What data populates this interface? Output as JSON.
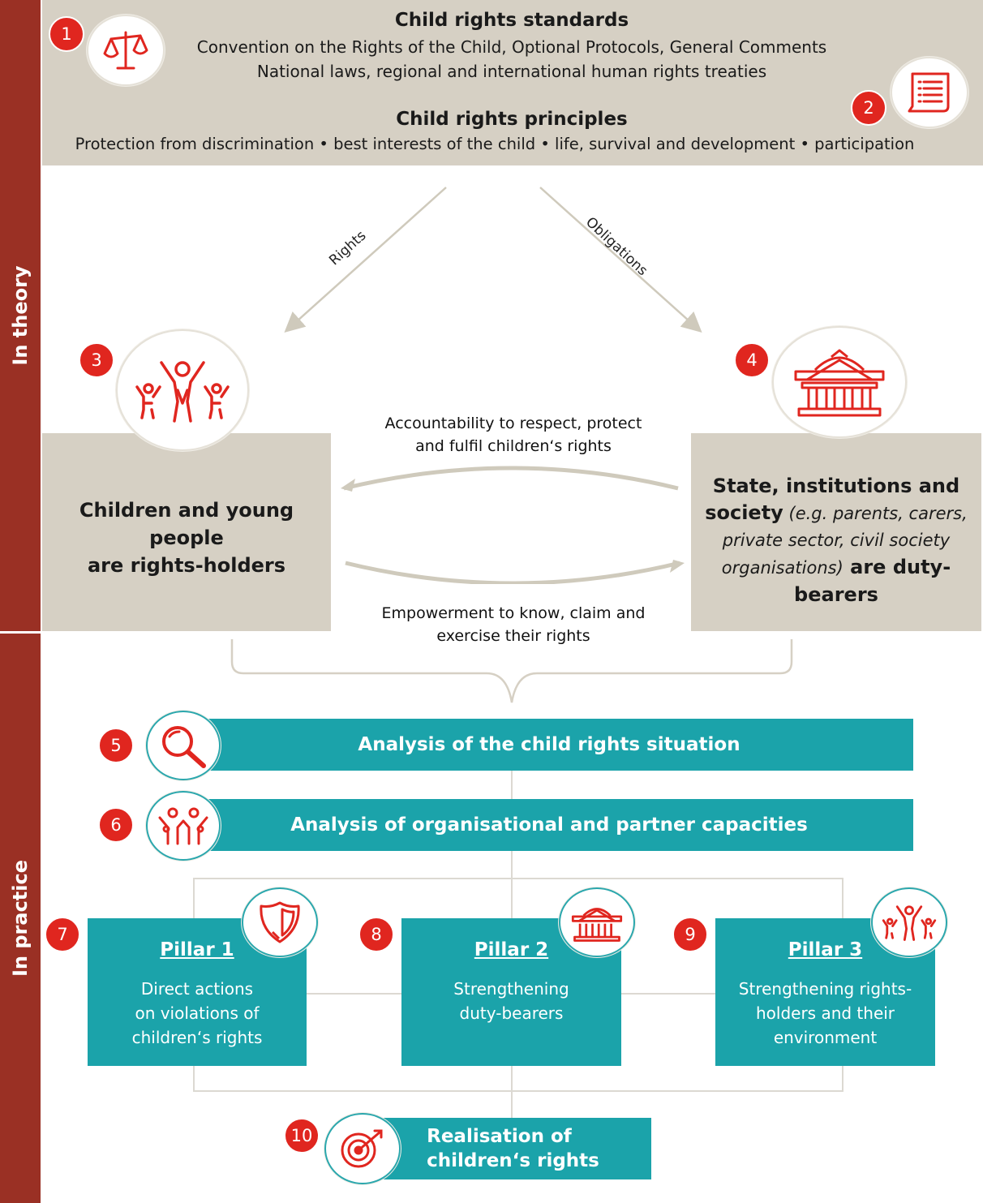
{
  "side_labels": {
    "theory": "In theory",
    "practice": "In practice"
  },
  "standards": {
    "title": "Child rights standards",
    "line1": "Convention on the Rights of the Child, Optional Protocols, General Comments",
    "line2": "National laws, regional and international human rights treaties"
  },
  "principles": {
    "title": "Child rights principles",
    "line": "Protection from discrimination • best interests of the child • life, survival and development • participation"
  },
  "numbers": [
    "1",
    "2",
    "3",
    "4",
    "5",
    "6",
    "7",
    "8",
    "9",
    "10"
  ],
  "arrows": {
    "rights": "Rights",
    "obligations": "Obligations"
  },
  "holders": {
    "line1": "Children and young people",
    "line2": "are rights-holders"
  },
  "duty": {
    "l1": "State, institutions and",
    "l2a": "society",
    "l2b": " (e.g. parents, carers,",
    "l3": "private sector, civil society",
    "l4a": "organisations)",
    "l4b": " are duty-",
    "l5": "bearers"
  },
  "cycle": {
    "top1": "Accountability to respect, protect",
    "top2": "and fulfil children‘s rights",
    "bottom1": "Empowerment to know, claim and",
    "bottom2": "exercise their rights"
  },
  "practice": {
    "analysis1": "Analysis of the child rights situation",
    "analysis2": "Analysis of organisational and partner capacities",
    "pillars": [
      {
        "title": "Pillar 1",
        "d1": "Direct actions",
        "d2": "on violations of",
        "d3": "children‘s rights"
      },
      {
        "title": "Pillar 2",
        "d1": "Strengthening",
        "d2": "duty-bearers",
        "d3": ""
      },
      {
        "title": "Pillar 3",
        "d1": "Strengthening rights-",
        "d2": "holders and their",
        "d3": "environment"
      }
    ],
    "realisation1": "Realisation of",
    "realisation2": "children‘s rights"
  },
  "colors": {
    "red": "#e0261f",
    "band": "#9a3024",
    "teal": "#1ba3aa",
    "beige": "#d6d0c4"
  },
  "icons": [
    "scales-icon",
    "list-document-icon",
    "family-icon",
    "institution-building-icon",
    "magnifier-icon",
    "people-partners-icon",
    "shield-icon",
    "building-icon",
    "family-icon",
    "target-icon"
  ]
}
